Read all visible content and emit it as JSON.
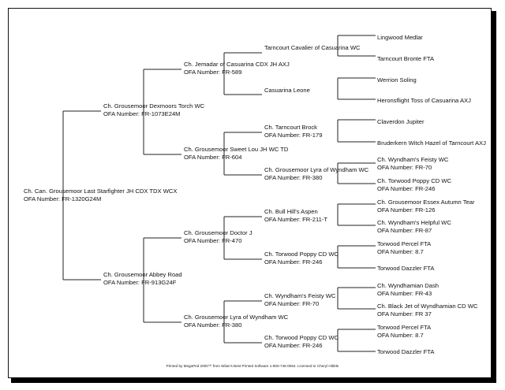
{
  "pedigree": {
    "subject": {
      "name": "Ch. Can. Grousemoor Last Starfighter JH CDX TDX WCX",
      "ofa": "OFA Number: FR-1320G24M"
    },
    "sire": {
      "name": "Ch. Grousemoor Dexmoors Torch WC",
      "ofa": "OFA Number: FR-1073E24M"
    },
    "dam": {
      "name": "Ch. Grousemoor Abbey Road",
      "ofa": "OFA Number: FR-913G24F"
    },
    "gen3": [
      {
        "name": "Ch. Jemadar of Casuarina CDX JH AXJ",
        "ofa": "OFA Number: FR-589"
      },
      {
        "name": "Ch. Grousemoor Sweet Lou JH WC TD",
        "ofa": "OFA Number: FR-604"
      },
      {
        "name": "Ch. Grousemoor Doctor J",
        "ofa": "OFA Number: FR-470"
      },
      {
        "name": "Ch. Grousemoor Lyra of Wyndham WC",
        "ofa": "OFA Number: FR-380"
      }
    ],
    "gen4": [
      {
        "name": "Tarncourt Cavalier of Casuarina WC",
        "ofa": ""
      },
      {
        "name": "Casuarina Leone",
        "ofa": ""
      },
      {
        "name": "Ch. Tarncourt Brock",
        "ofa": "OFA Number: FR-179"
      },
      {
        "name": "Ch. Grousemoor Lyra of Wyndham WC",
        "ofa": "OFA Number: FR-380"
      },
      {
        "name": "Ch. Bull Hill's Aspen",
        "ofa": "OFA Number: FR-211-T"
      },
      {
        "name": "Ch. Torwood Poppy CD WC",
        "ofa": "OFA Number: FR-246"
      },
      {
        "name": "Ch. Wyndham's Feisty WC",
        "ofa": "OFA Number: FR-70"
      },
      {
        "name": "Ch. Torwood Poppy CD WC",
        "ofa": "OFA Number: FR-246"
      }
    ],
    "gen5": [
      {
        "name": "Lingwood Medlar",
        "ofa": ""
      },
      {
        "name": "Tarncourt Bronte FTA",
        "ofa": ""
      },
      {
        "name": "Werrion Soling",
        "ofa": ""
      },
      {
        "name": "Heronsflight Toss of Casuarina AXJ",
        "ofa": ""
      },
      {
        "name": "Claverdon Jupiter",
        "ofa": ""
      },
      {
        "name": "Bruderkern Witch Hazel of Tarncourt AXJ",
        "ofa": ""
      },
      {
        "name": "Ch. Wyndham's Feisty WC",
        "ofa": "OFA Number: FR-70"
      },
      {
        "name": "Ch. Torwood Poppy CD WC",
        "ofa": "OFA Number: FR-246"
      },
      {
        "name": "Ch. Grousemoor Essex Autumn Tear",
        "ofa": "OFA Number: FR-126"
      },
      {
        "name": "Ch. Wyndham's Helpful WC",
        "ofa": "OFA Number: FR-87"
      },
      {
        "name": "Torwood Percel FTA",
        "ofa": "OFA Number: 8.7"
      },
      {
        "name": "Torwood Dazzler FTA",
        "ofa": ""
      },
      {
        "name": "Ch. Wyndhamian Dash",
        "ofa": "OFA Number: FR-43"
      },
      {
        "name": "Ch. Black Jet of Wyndhamian CD WC",
        "ofa": "OFA Number: FR 37"
      },
      {
        "name": "Torwood Percel FTA",
        "ofa": "OFA Number: 8.7"
      },
      {
        "name": "Torwood Dazzler FTA",
        "ofa": ""
      }
    ]
  },
  "footer": "Printed by MegaPed 2000™ from Wilan's Best Printed Software 1-800-746-0064. Licensed to Cheryl Hibble"
}
